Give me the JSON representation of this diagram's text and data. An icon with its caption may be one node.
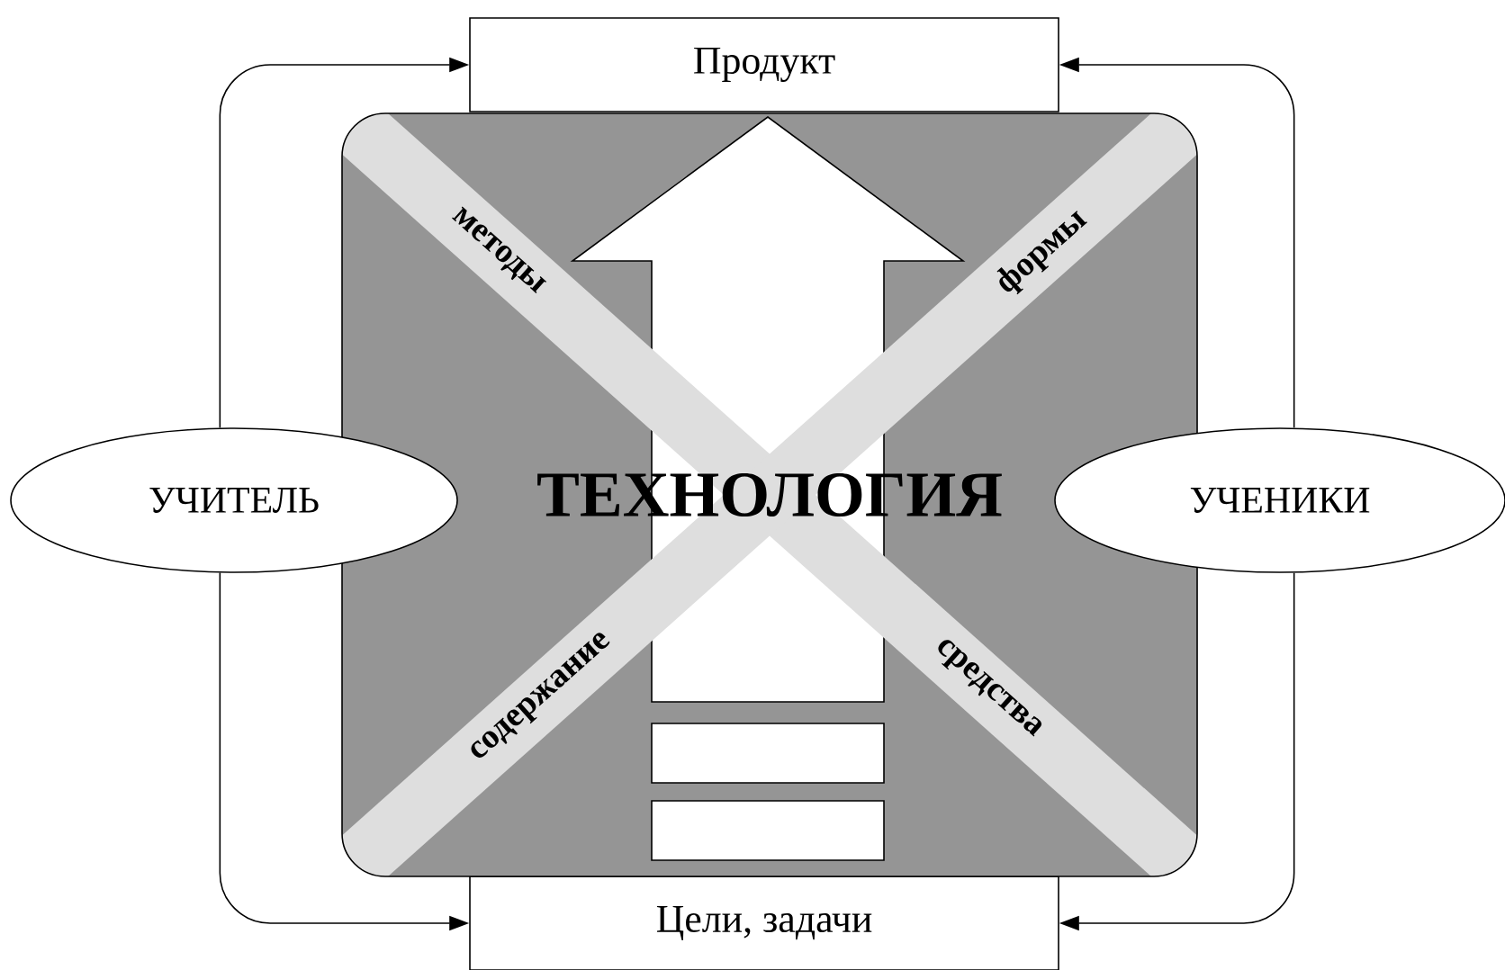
{
  "diagram": {
    "nodes": [
      {
        "text": [
          "Продукт"
        ]
      },
      {
        "text": [
          "Цели, задачи"
        ]
      },
      {
        "text": [
          "УЧИТЕЛЬ"
        ]
      },
      {
        "text": [
          "УЧЕНИКИ"
        ]
      },
      {
        "text": [
          "ТЕХНОЛОГИЯ"
        ]
      },
      {
        "text": [],
        "shape": "box",
        "in": 4
      },
      {
        "text": [],
        "shape": "box",
        "in": 4
      }
    ],
    "edges": [
      {
        "from": 2,
        "to": 0,
        "arrow": "to"
      },
      {
        "from": 2,
        "to": 1,
        "arrow": "to"
      },
      {
        "from": 3,
        "to": 0,
        "arrow": "to"
      },
      {
        "from": 3,
        "to": 1,
        "arrow": "to"
      },
      {
        "from": 5,
        "to": 0,
        "arrow": "to"
      }
    ],
    "labels": [
      "методы",
      "формы",
      "содержание",
      "средства"
    ]
  }
}
